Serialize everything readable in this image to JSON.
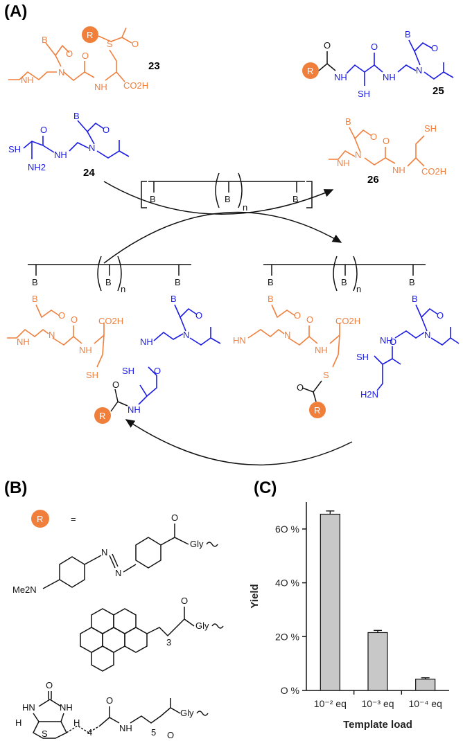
{
  "panels": {
    "a": "(A)",
    "b": "(B)",
    "c": "(C)"
  },
  "compounds": {
    "c23": "23",
    "c24": "24",
    "c25": "25",
    "c26": "26"
  },
  "template": {
    "base": "B",
    "repeat": "n"
  },
  "labels": {
    "r": "R",
    "equals": "=",
    "gly": "Gly",
    "me2n": "Me2N",
    "n_label": "N",
    "h_label": "H",
    "o": "O",
    "s": "S",
    "sh": "SH",
    "nh": "NH",
    "n": "N",
    "hn": "HN",
    "co2h": "CO2H",
    "nh2": "NH2",
    "h2n": "H2N",
    "sub3": "3",
    "sub4": "4",
    "sub5": "5"
  },
  "chart_data": {
    "type": "bar",
    "categories": [
      "10⁻² eq",
      "10⁻³ eq",
      "10⁻⁴ eq"
    ],
    "values": [
      65.5,
      21.5,
      4.2
    ],
    "errors": [
      1.2,
      0.8,
      0.5
    ],
    "xlabel": "Template load",
    "ylabel": "Yield",
    "ylim": [
      0,
      70
    ],
    "yticks": [
      0,
      20,
      40,
      60
    ],
    "ytick_labels": [
      "O %",
      "2O %",
      "4O %",
      "6O %"
    ],
    "grid": false,
    "bar_color": "#c8c8c8"
  },
  "colors": {
    "orange": "#f07f3c",
    "blue": "#1a1ae6",
    "black": "#111111"
  }
}
